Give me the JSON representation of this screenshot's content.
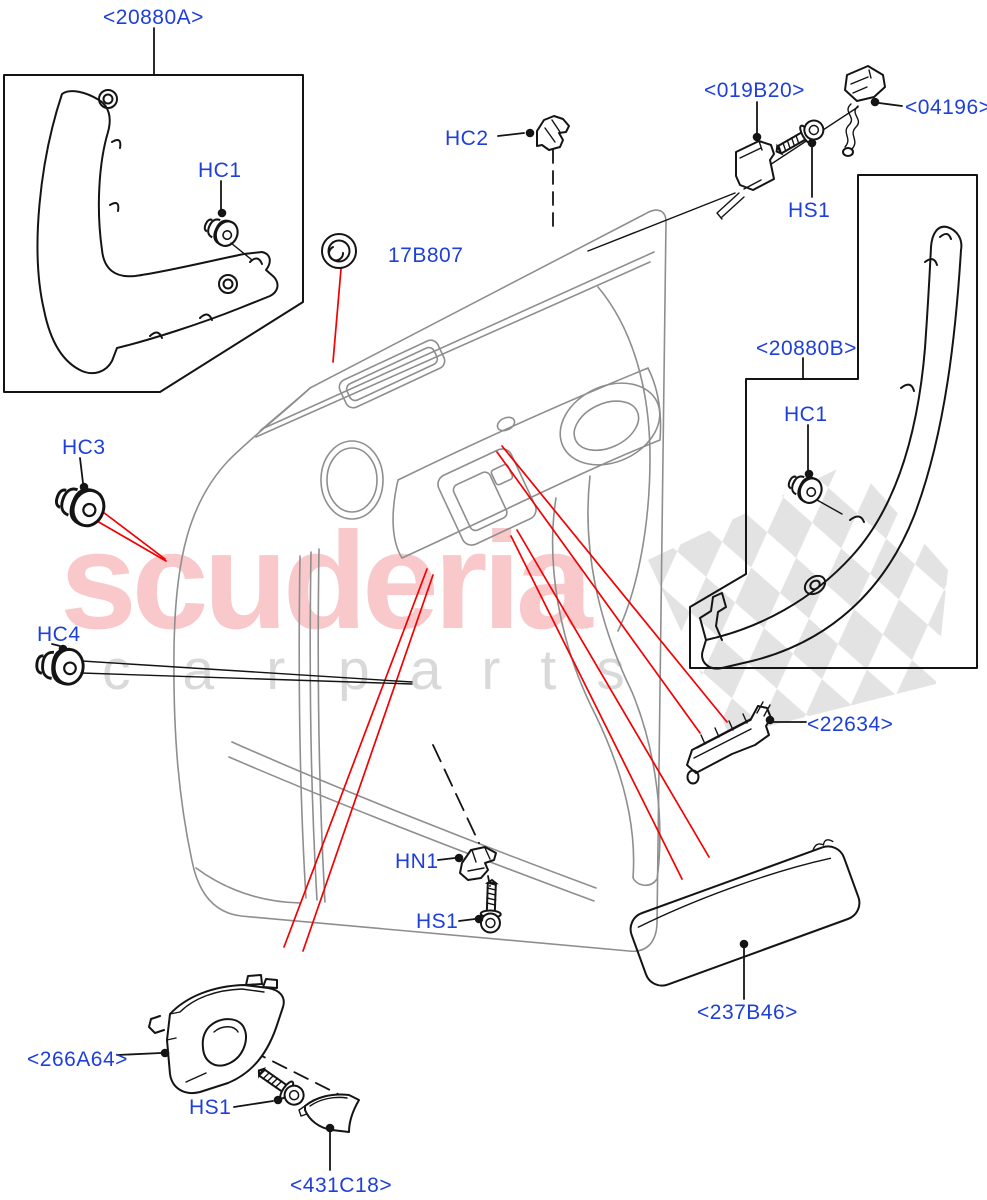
{
  "diagram": {
    "labels": {
      "box_a_part": "<20880A>",
      "box_a_clip": "HC1",
      "top_clip": "HC2",
      "grommet": "17B807",
      "top_bracket": "<019B20>",
      "top_cable": "<04196>",
      "top_screw": "HS1",
      "box_b_part": "<20880B>",
      "box_b_clip": "HC1",
      "left_clip_upper": "HC3",
      "left_clip_lower": "HC4",
      "mid_bracket": "<22634>",
      "mid_nut": "HN1",
      "mid_screw": "HS1",
      "handle_bezel": "<266A64>",
      "bottom_screw": "HS1",
      "bottom_trim": "<431C18>",
      "armrest_panel": "<237B46>"
    },
    "watermark": {
      "brand": "scuderia",
      "tagline_left": "car",
      "tagline_right": "parts"
    },
    "colors": {
      "label_blue": "#1e3fd8",
      "pointer_red": "#f40000",
      "art_gray": "#8e8e8e",
      "line_black": "#141414",
      "watermark_red": "#e30613",
      "watermark_gray": "#d9d9d9",
      "checker_gray": "#dcdcdc"
    }
  }
}
